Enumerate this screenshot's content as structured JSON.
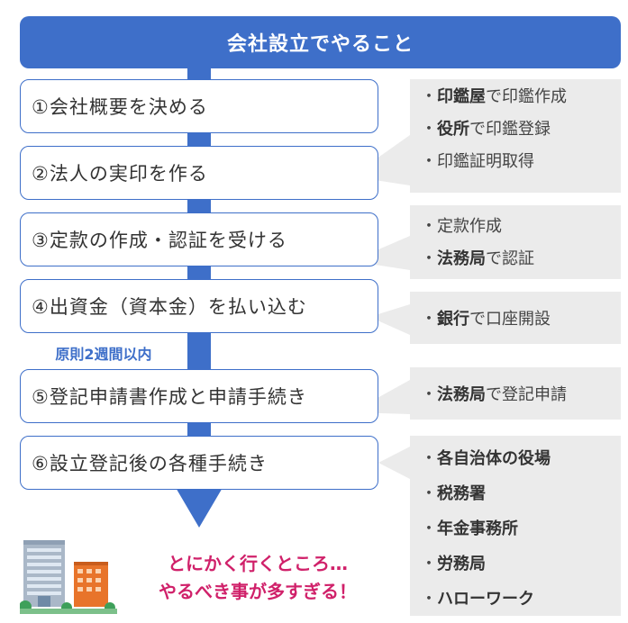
{
  "header": {
    "title": "会社設立でやること"
  },
  "steps": [
    {
      "label": "①会社概要を決める"
    },
    {
      "label": "②法人の実印を作る"
    },
    {
      "label": "③定款の作成・認証を受ける"
    },
    {
      "label": "④出資金（資本金）を払い込む"
    },
    {
      "label": "⑤登記申請書作成と申請手続き"
    },
    {
      "label": "⑥設立登記後の各種手続き"
    }
  ],
  "period": {
    "label": "原則2週間以内"
  },
  "notes": {
    "group1": [
      {
        "bullet": "・",
        "strong": "印鑑屋",
        "rest": "で印鑑作成"
      },
      {
        "bullet": "・",
        "strong": "役所",
        "rest": "で印鑑登録"
      },
      {
        "bullet": "・",
        "strong": "",
        "rest": "印鑑証明取得"
      }
    ],
    "group2": [
      {
        "bullet": "・",
        "strong": "",
        "rest": "定款作成"
      },
      {
        "bullet": "・",
        "strong": "法務局",
        "rest": "で認証"
      }
    ],
    "group3": [
      {
        "bullet": "・",
        "strong": "銀行",
        "rest": "で口座開設"
      }
    ],
    "group4": [
      {
        "bullet": "・",
        "strong": "法務局",
        "rest": "で登記申請"
      }
    ],
    "group5": [
      {
        "bullet": "・",
        "strong": "各自治体の役場",
        "rest": ""
      },
      {
        "bullet": "・",
        "strong": "税務署",
        "rest": ""
      },
      {
        "bullet": "・",
        "strong": "年金事務所",
        "rest": ""
      },
      {
        "bullet": "・",
        "strong": "労務局",
        "rest": ""
      },
      {
        "bullet": "・",
        "strong": "ハローワーク",
        "rest": ""
      }
    ]
  },
  "footer": {
    "line1": "とにかく行くところ…",
    "line2": "やるべき事が多すぎる！"
  },
  "colors": {
    "accent": "#3e6fc9",
    "note_bg": "#ebebeb",
    "highlight": "#d0216a"
  },
  "icons": [
    "down-arrow-icon",
    "office-buildings-icon"
  ]
}
